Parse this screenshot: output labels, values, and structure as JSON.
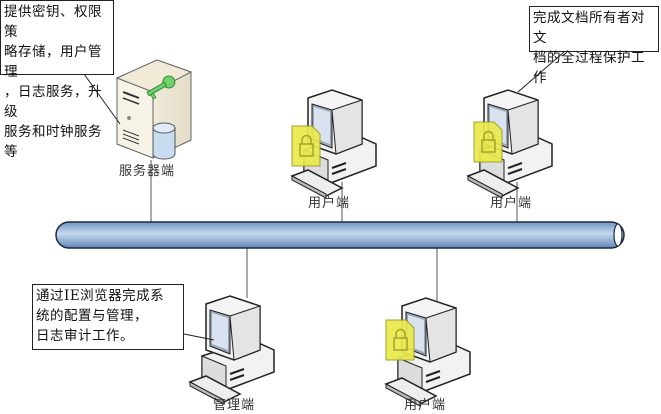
{
  "nodes": {
    "server": {
      "label": "服务器端",
      "callout": [
        "提供密钥、权限策",
        "略存储，用户管理",
        "，日志服务，升级",
        "服务和时钟服务等"
      ]
    },
    "user1": {
      "label": "用户端"
    },
    "user2": {
      "label": "用户端",
      "callout": [
        "完成文档所有者对文",
        "档的全过程保护工作"
      ]
    },
    "admin": {
      "label": "管理端",
      "callout": [
        "通过IE浏览器完成系",
        "统的配置与管理，",
        "日志审计工作。"
      ]
    },
    "user3": {
      "label": "用户端"
    }
  },
  "colors": {
    "bus": "#8fb3db",
    "lock_doc": "#e8e84a",
    "key": "#6fd26f"
  }
}
